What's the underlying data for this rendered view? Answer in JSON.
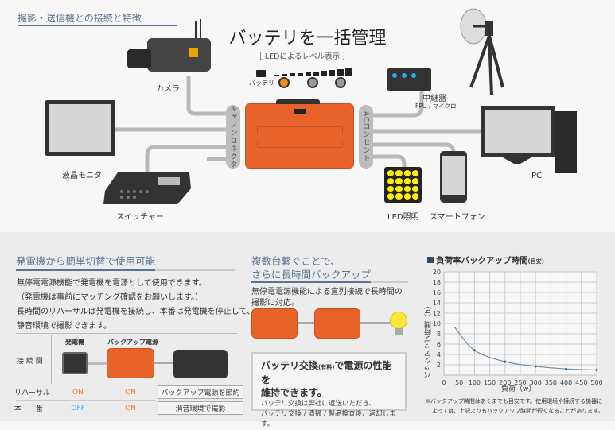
{
  "header": {
    "title": "撮影・送信機との接続と特徴"
  },
  "diagram": {
    "title": "バッテリを一括管理",
    "led_note": "［ LEDによるレベル表示 ］",
    "battery_label": "バッテリ",
    "left_connector": "キャノンコネクタ",
    "right_connector": "ACコンセント",
    "devices": {
      "camera": "カメラ",
      "monitor": "液晶モニタ",
      "switcher": "スイッチャー",
      "relay": "中継器",
      "relay_sub": "FPU / マイクロ",
      "pc": "PC",
      "led": "LED照明",
      "phone": "スマートフォン"
    },
    "colors": {
      "case": "#e8632a",
      "cable": "#b8b8b8",
      "led_on": "#f08a1c",
      "led_off": "#999999"
    }
  },
  "generator": {
    "title": "発電機から簡単切替で使用可能",
    "lines": [
      "無停電電源機能で発電機を電源として使用できます。",
      "（発電機は事前にマッチング確認をお願いします。）",
      "長時間のリハーサルは発電機を接続し、本番は発電機を停止して、",
      "静音環境で撮影できます。"
    ],
    "table": {
      "diagram_label": "接 続 図",
      "col_generator": "発電機",
      "col_backup": "バックアップ電源",
      "rows": [
        {
          "label": "リハーサル",
          "generator": "ON",
          "backup": "ON",
          "note": "バックアップ電源を節約"
        },
        {
          "label": "本　　番",
          "generator": "OFF",
          "backup": "ON",
          "note": "消音環境で撮影"
        }
      ]
    }
  },
  "series": {
    "title_1": "複数台繋ぐことで、",
    "title_2": "さらに長時間バックアップ",
    "lines": [
      "無停電電源機能による直列接続で長時間の",
      "撮影に対応。"
    ],
    "box": {
      "title_1": "バッテリ交換",
      "title_paid": "(有料)",
      "title_2": "で電源の性能を",
      "title_3": "維持できます。",
      "text_1": "バッテリ交換は弊社に返送いただき、",
      "text_2": "バッテリ交換 / 清掃 / 製品検査後、返却します。"
    }
  },
  "chart_data": {
    "type": "line",
    "title": "負荷率バックアップ時間",
    "title_note": "(目安)",
    "xlabel": "負荷（w）",
    "ylabel": "バックアップ時間（h）",
    "xlim": [
      0,
      500
    ],
    "ylim": [
      0,
      20
    ],
    "xticks": [
      0,
      50,
      100,
      150,
      200,
      250,
      300,
      350,
      400,
      450,
      500
    ],
    "yticks": [
      2,
      4,
      6,
      8,
      10,
      12,
      14,
      16,
      18,
      20
    ],
    "grid": true,
    "x": [
      35,
      100,
      200,
      300,
      400,
      500
    ],
    "y": [
      9.3,
      4.8,
      2.6,
      1.7,
      1.2,
      1.0
    ],
    "color": "#6f8aa3",
    "note_1": "※バックアップ時間はあくまでも目安です。使用環境や接続する機器に",
    "note_2": "よっては、上記よりもバックアップ時間が短くなることがあります。"
  }
}
